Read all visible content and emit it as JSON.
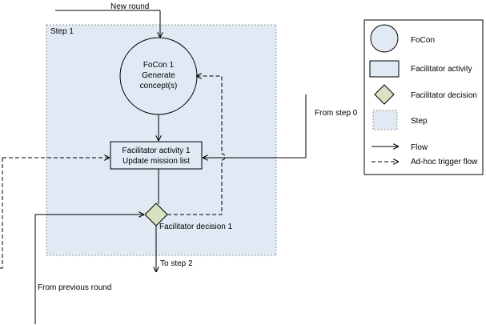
{
  "labels": {
    "new_round": "New round",
    "step_title": "Step 1",
    "focon_line1": "FoCon 1",
    "focon_line2": "Generate",
    "focon_line3": "concept(s)",
    "activity_line1": "Facilitator activity 1",
    "activity_line2": "Update mission list",
    "decision_label": "Facilitator decision 1",
    "from_step0": "From step 0",
    "to_step2": "To step 2",
    "from_previous_round": "From previous round"
  },
  "legend": {
    "items": [
      {
        "key": "focon",
        "label": "FoCon"
      },
      {
        "key": "activity",
        "label": "Facilitator activity"
      },
      {
        "key": "decision",
        "label": "Facilitator decision"
      },
      {
        "key": "step",
        "label": "Step"
      },
      {
        "key": "flow",
        "label": "Flow"
      },
      {
        "key": "adhoc",
        "label": "Ad-hoc trigger flow"
      }
    ]
  },
  "colors": {
    "step_fill": "#e1e9f4",
    "step_border": "#999999",
    "focon_fill": "#e1e9f4",
    "activity_fill": "#e1e9f4",
    "decision_fill": "#d6e2c0",
    "line": "#000000"
  }
}
